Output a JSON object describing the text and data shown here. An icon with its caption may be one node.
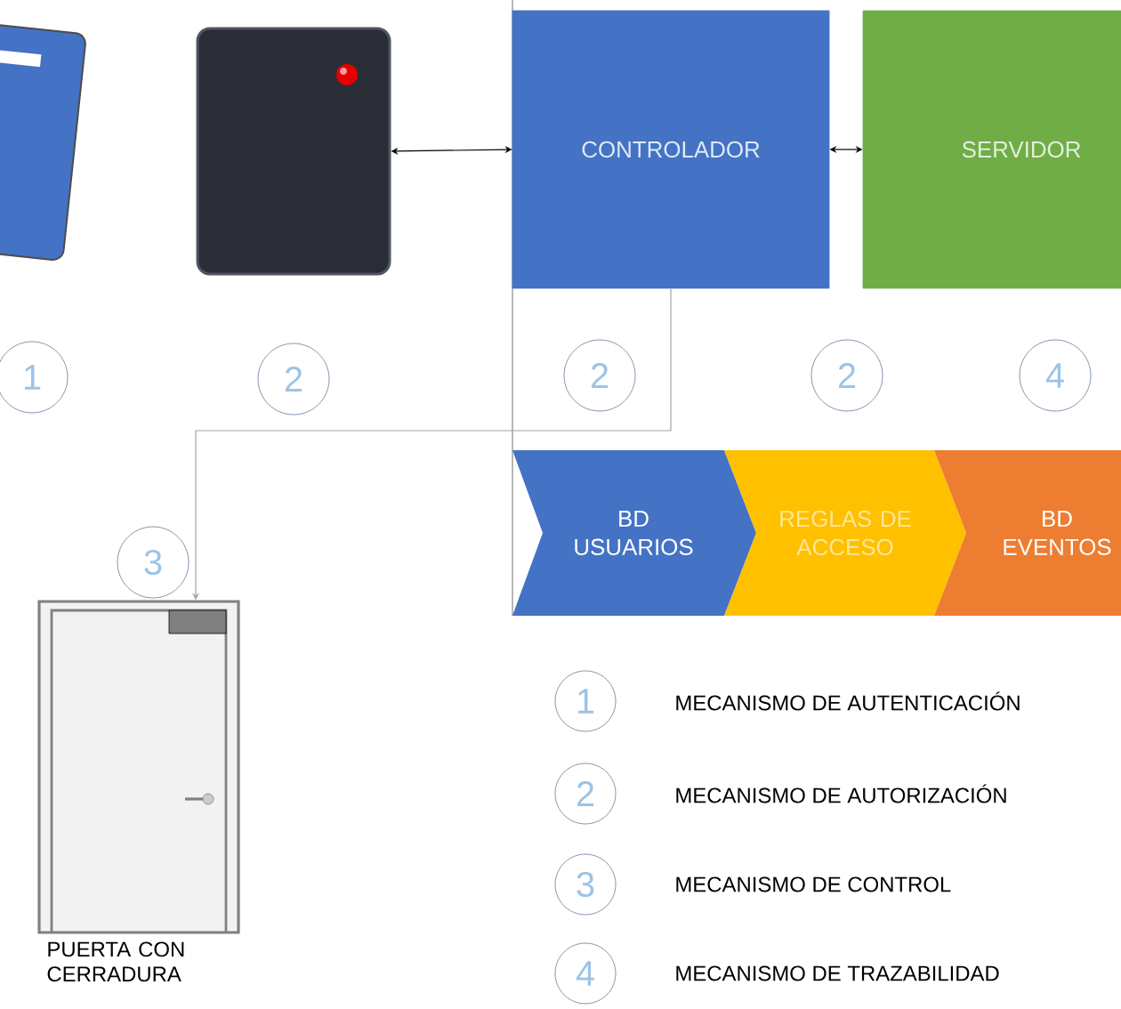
{
  "diagram": {
    "nodes": [
      {
        "text": [],
        "shape": "picture"
      },
      {
        "text": [],
        "shape": "picture"
      },
      {
        "text": [
          "CONTROLADOR"
        ]
      },
      {
        "text": [
          "SERVIDOR"
        ]
      },
      {
        "text": [],
        "shape": "picture",
        "beside": [
          "PUERTA CON CERRADURA"
        ]
      },
      {
        "text": [
          "BD USUARIOS"
        ]
      },
      {
        "text": [
          "REGLAS DE ACCESO"
        ]
      },
      {
        "text": [
          "BD EVENTOS"
        ]
      }
    ],
    "edges": [
      {
        "from": 1,
        "to": 2,
        "arrow": "both"
      },
      {
        "from": 2,
        "to": 3,
        "arrow": "both"
      },
      {
        "from": 2,
        "to": 4,
        "arrow": "to",
        "color": "#a6a6a6"
      }
    ],
    "labels": [
      "1",
      "2",
      "2",
      "2",
      "4",
      "3",
      "1",
      "MECANISMO DE AUTENTICACIÓN",
      "2",
      "MECANISMO DE AUTORIZACIÓN",
      "3",
      "MECANISMO DE CONTROL",
      "4",
      "MECANISMO DE TRAZABILIDAD"
    ]
  }
}
